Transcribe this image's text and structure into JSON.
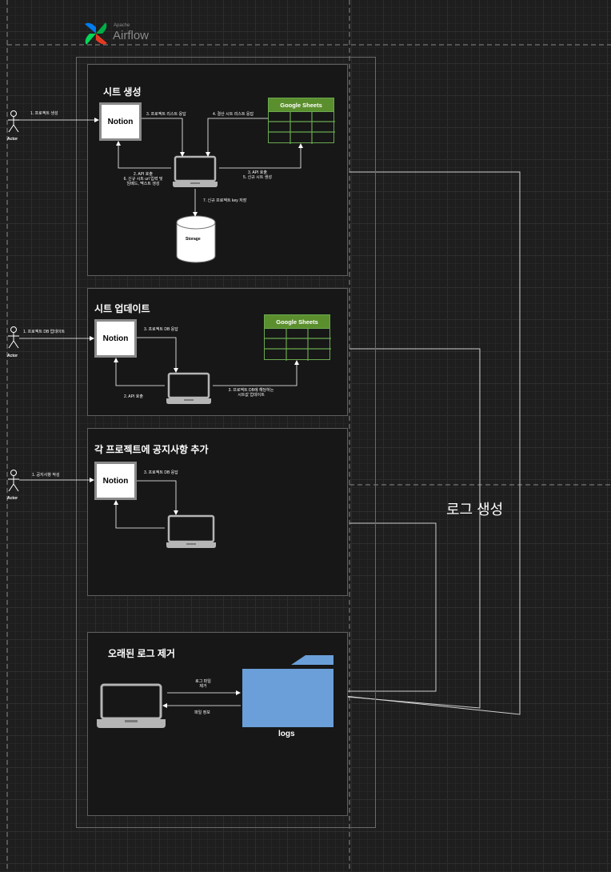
{
  "logo": {
    "small_text": "Apache",
    "text": "Airflow"
  },
  "actors": {
    "label": "Actor"
  },
  "sections": {
    "sheet_create": {
      "title": "시트 생성",
      "notion": "Notion",
      "google_sheets": "Google Sheets",
      "storage": "Storage",
      "labels": {
        "step1": "1. 프로젝트 생성",
        "step3": "3. 프로젝트 리스트 응답",
        "step4": "4. 결산 시트 리스트 응답",
        "step2_6_line1": "2. API 호출",
        "step2_6_line2": "6. 신규 시트 url 입력 및",
        "step2_6_line3": "임베드, 멕스트 생성",
        "step3_5_line1": "3. API 호출",
        "step3_5_line2": "5. 신규 시트 생성",
        "step7": "7. 신규 프로젝트 key 저장"
      }
    },
    "sheet_update": {
      "title": "시트 업데이트",
      "notion": "Notion",
      "google_sheets": "Google Sheets",
      "labels": {
        "step1": "1. 프로젝트 DB 업데이트",
        "step3a": "3. 프로젝트 DB 응답",
        "step2": "2. API 호출",
        "step3b_line1": "3. 프로젝트 DB에 해당하는",
        "step3b_line2": "시트값 업데이트"
      }
    },
    "notice": {
      "title": "각 프로젝트에 공지사항 추가",
      "notion": "Notion",
      "labels": {
        "step1": "1. 공지사항 작성",
        "step3": "3. 프로젝트 DB 응답"
      }
    },
    "log_delete": {
      "title": "오래된 로그 제거",
      "folder": "logs",
      "labels": {
        "delete_line1": "로그 파일",
        "delete_line2": "제거",
        "file_info": "파일 정보"
      }
    }
  },
  "log_generation": "로그 생성",
  "colors": {
    "background": "#1e1e1e",
    "section_fill": "#171717",
    "sheets_green": "#5b8f2e",
    "folder_blue": "#6a9fd9",
    "laptop_gray": "#b5b5b5"
  }
}
